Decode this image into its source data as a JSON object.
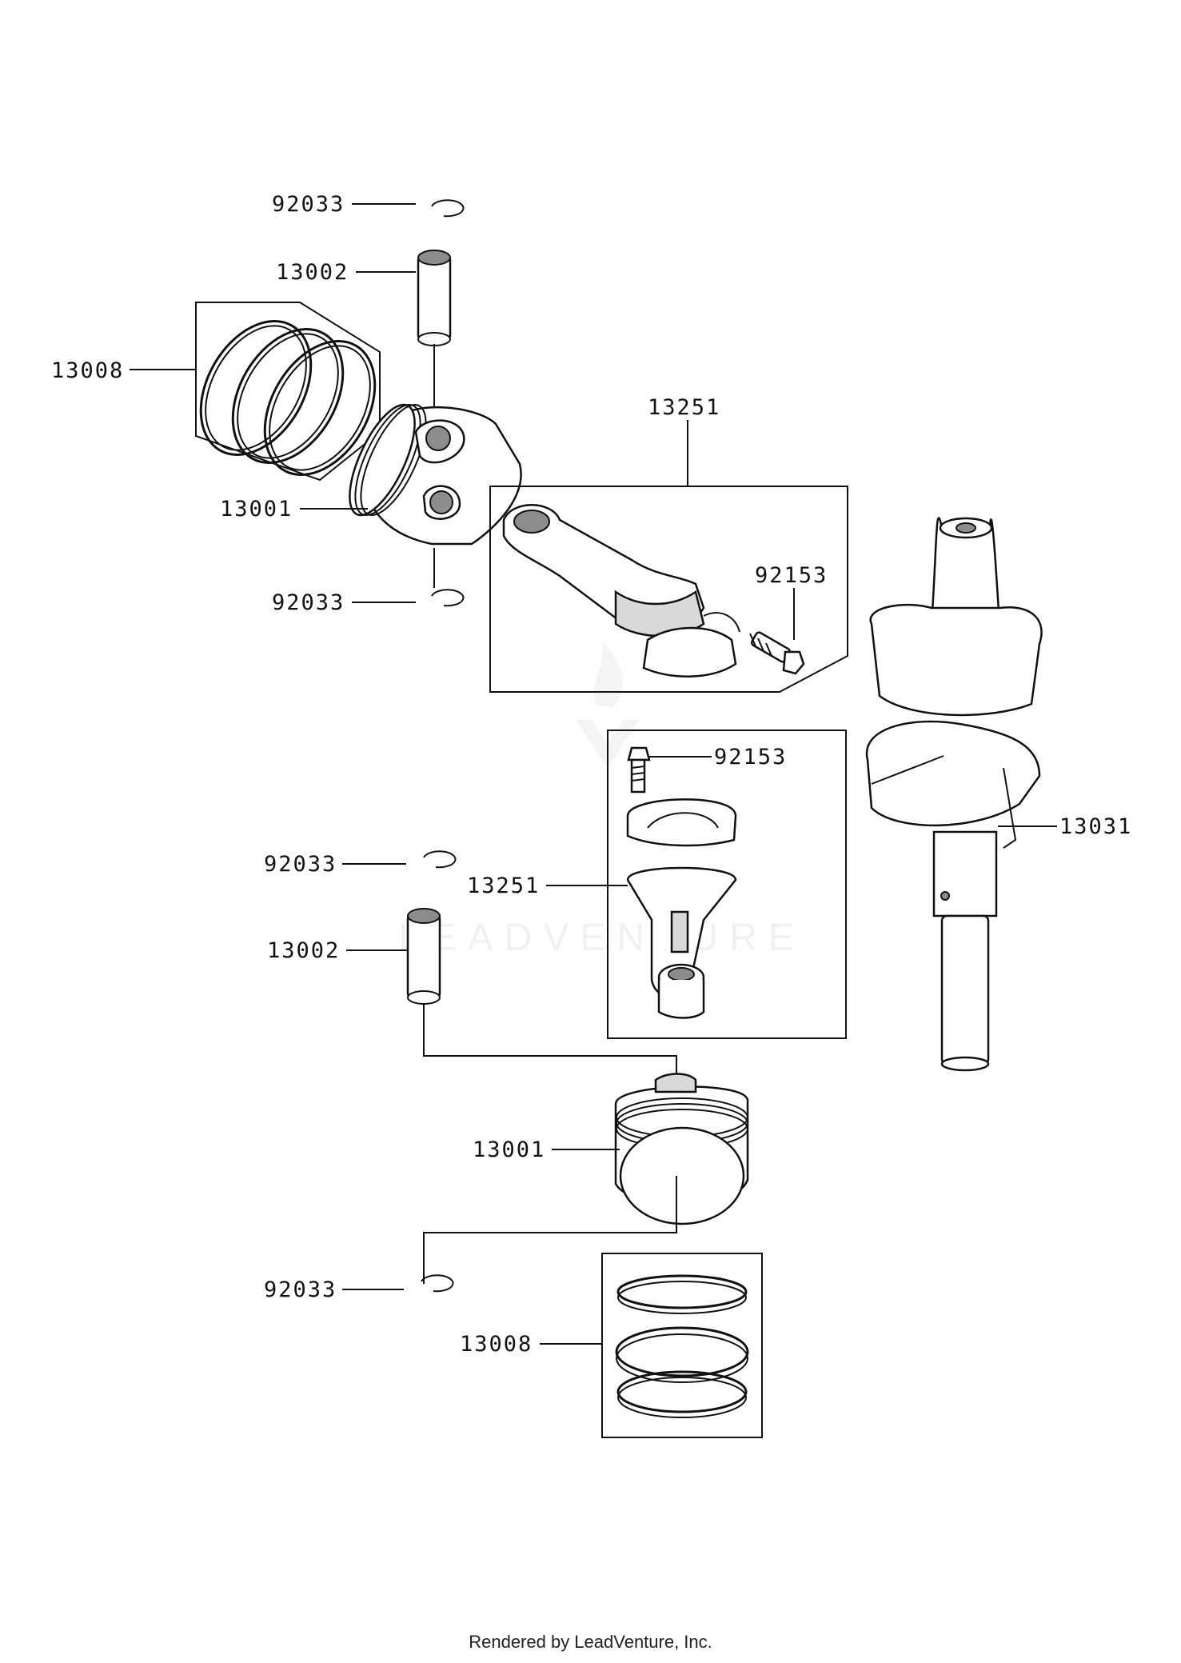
{
  "footer": "Rendered by LeadVenture, Inc.",
  "watermark": "LEADVENTURE",
  "callouts": {
    "c1": "92033",
    "c2": "13002",
    "c3": "13008",
    "c4": "13001",
    "c5": "92033",
    "c6": "13251",
    "c7": "92153",
    "c8": "92153",
    "c9": "13031",
    "c10": "92033",
    "c11": "13251",
    "c12": "13002",
    "c13": "13001",
    "c14": "92033",
    "c15": "13008"
  },
  "parts": {
    "piston_pin": "13002",
    "snap_ring": "92033",
    "piston": "13001",
    "piston_ring_set": "13008",
    "connecting_rod": "13251",
    "rod_bolt": "92153",
    "crankshaft": "13031"
  }
}
